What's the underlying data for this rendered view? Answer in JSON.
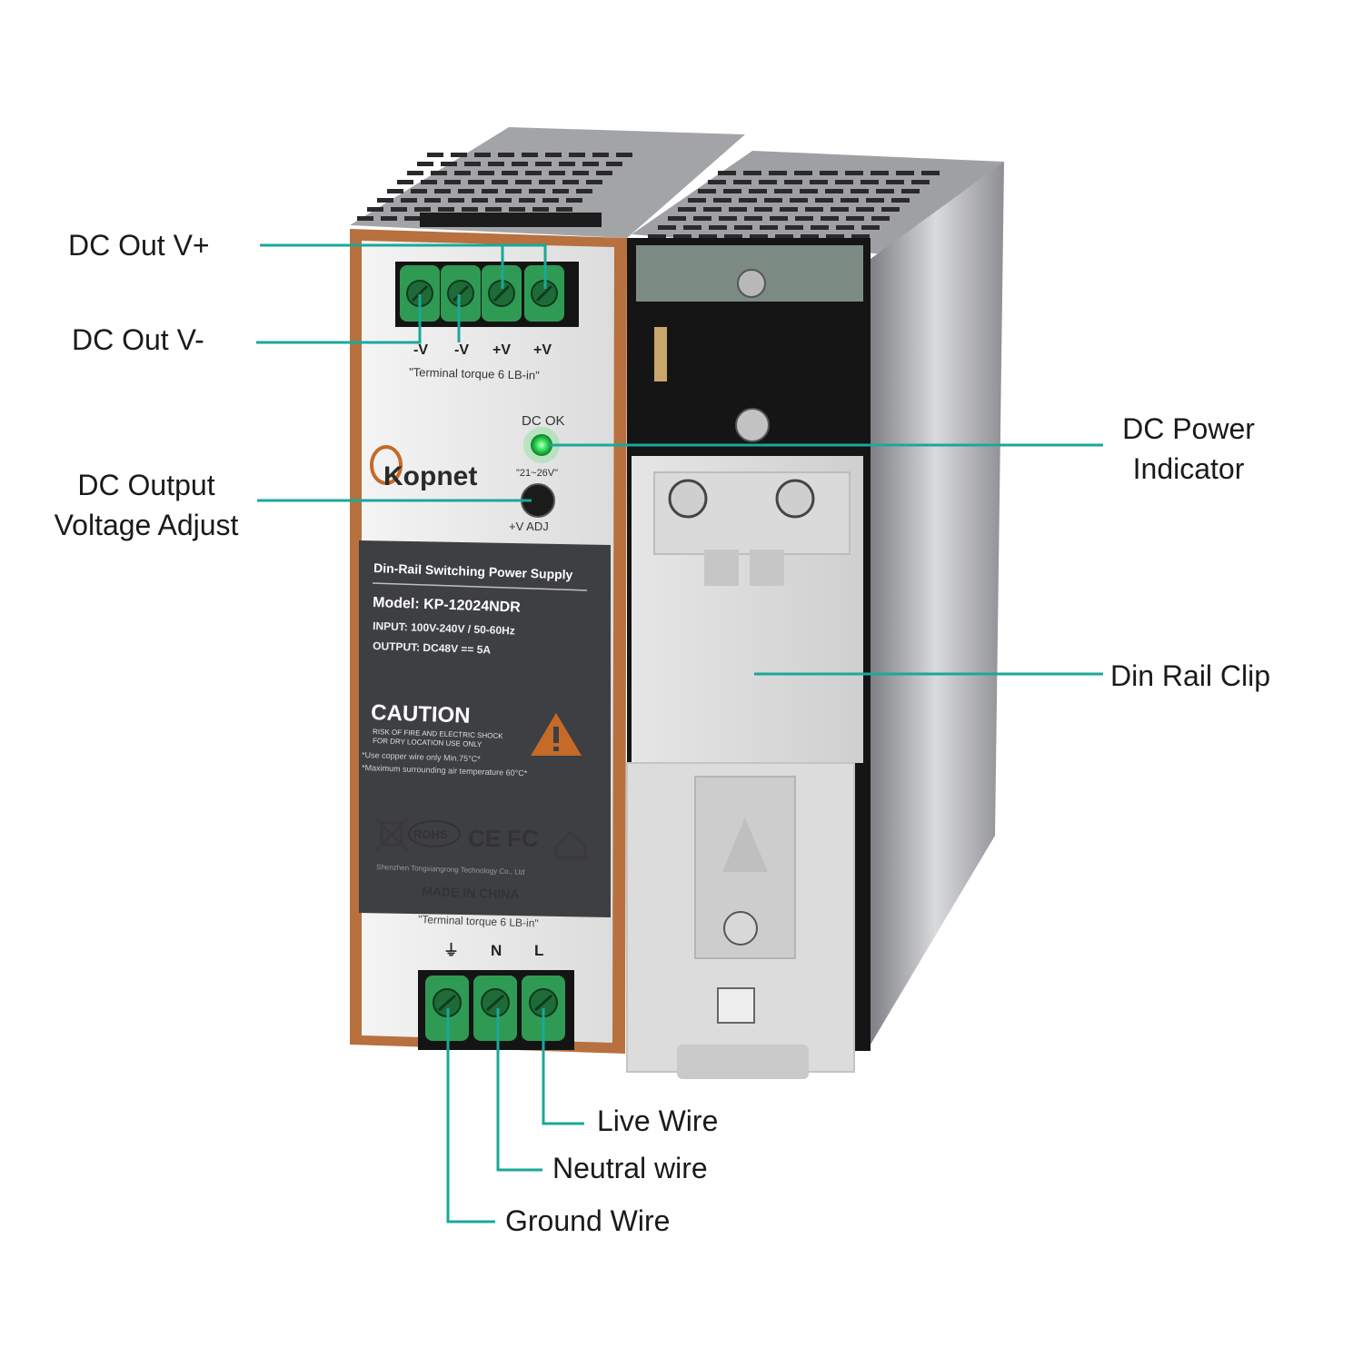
{
  "colors": {
    "leader": "#1aa89a",
    "terminal_green": "#2f9a53",
    "accent_copper": "#b7703e",
    "panel_dark": "#3e3f43",
    "faceplate": "#e7e7e7",
    "led": "#37e45a"
  },
  "callouts": {
    "dc_out_v_plus": "DC Out  V+",
    "dc_out_v_minus": "DC Out  V-",
    "dc_output_adjust_line1": "DC Output",
    "dc_output_adjust_line2": "Voltage Adjust",
    "dc_power_indicator_line1": "DC Power",
    "dc_power_indicator_line2": "Indicator",
    "din_rail_clip": "Din Rail Clip",
    "live_wire": "Live Wire",
    "neutral_wire": "Neutral wire",
    "ground_wire": "Ground Wire"
  },
  "device": {
    "brand": "Kopnet",
    "top_terminal_labels": [
      "-V",
      "-V",
      "+V",
      "+V"
    ],
    "terminal_torque": "\"Terminal torque 6 LB-in\"",
    "dc_ok": "DC OK",
    "voltage_range": "\"21~26V\"",
    "v_adj": "+V ADJ",
    "product_name": "Din-Rail Switching Power Supply",
    "model": "Model: KP-12024NDR",
    "input": "INPUT: 100V-240V / 50-60Hz",
    "output": "OUTPUT: DC48V == 5A",
    "caution_title": "CAUTION",
    "caution_line1": "RISK OF FIRE AND ELECTRIC SHOCK",
    "caution_line2": "FOR DRY LOCATION USE ONLY",
    "note_line1": "*Use copper wire only Min.75°C*",
    "note_line2": "*Maximum surrounding air temperature 60°C*",
    "certifications": [
      "ROHS",
      "CE",
      "FC"
    ],
    "manufacturer": "Shenzhen Tongxiangrong Technology Co., Ltd",
    "made_in": "MADE IN CHINA",
    "bottom_torque": "\"Terminal torque 6 LB-in\"",
    "bottom_terminal_labels": [
      "⏚",
      "N",
      "L"
    ]
  }
}
